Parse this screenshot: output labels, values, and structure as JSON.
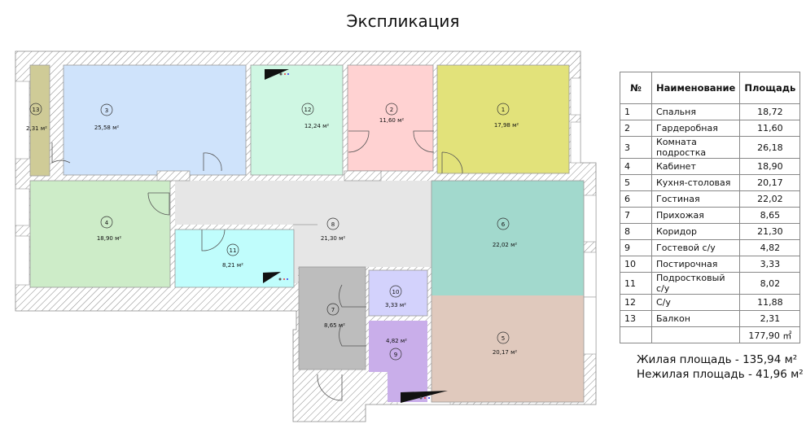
{
  "title": "Экспликация",
  "rooms": [
    {
      "num": "1",
      "area": "17,98 м²",
      "color": "#e2e27a"
    },
    {
      "num": "2",
      "area": "11,60 м²",
      "color": "#ffd2d2"
    },
    {
      "num": "3",
      "area": "25,58 м²",
      "color": "#cfe3fb"
    },
    {
      "num": "4",
      "area": "18,90 м²",
      "color": "#cdecc8"
    },
    {
      "num": "5",
      "area": "20,17 м²",
      "color": "#e0c9bd"
    },
    {
      "num": "6",
      "area": "22,02 м²",
      "color": "#a2d9cd"
    },
    {
      "num": "7",
      "area": "8,65 м²",
      "color": "#bdbdbd"
    },
    {
      "num": "8",
      "area": "21,30 м²",
      "color": "#e6e6e6"
    },
    {
      "num": "9",
      "area": "4,82 м²",
      "color": "#c9aeea"
    },
    {
      "num": "10",
      "area": "3,33 м²",
      "color": "#d3d2fc"
    },
    {
      "num": "11",
      "area": "8,21 м²",
      "color": "#c0fdfc"
    },
    {
      "num": "12",
      "area": "12,24 м²",
      "color": "#cff7e3"
    },
    {
      "num": "13",
      "area": "2,31 м²",
      "color": "#cfcb97"
    }
  ],
  "table": {
    "headers": {
      "num": "№",
      "name": "Наименование",
      "area": "Площадь"
    },
    "rows": [
      {
        "num": "1",
        "name": "Спальня",
        "area": "18,72"
      },
      {
        "num": "2",
        "name": "Гардеробная",
        "area": "11,60"
      },
      {
        "num": "3",
        "name": "Комната подростка",
        "area": "26,18"
      },
      {
        "num": "4",
        "name": "Кабинет",
        "area": "18,90"
      },
      {
        "num": "5",
        "name": "Кухня-столовая",
        "area": "20,17"
      },
      {
        "num": "6",
        "name": "Гостиная",
        "area": "22,02"
      },
      {
        "num": "7",
        "name": "Прихожая",
        "area": "8,65"
      },
      {
        "num": "8",
        "name": "Коридор",
        "area": "21,30"
      },
      {
        "num": "9",
        "name": "Гостевой с/у",
        "area": "4,82"
      },
      {
        "num": "10",
        "name": "Постирочная",
        "area": "3,33"
      },
      {
        "num": "11",
        "name": "Подростковый с/у",
        "area": "8,02"
      },
      {
        "num": "12",
        "name": "С/у",
        "area": "11,88"
      },
      {
        "num": "13",
        "name": "Балкон",
        "area": "2,31"
      }
    ],
    "total": "177,90 ㎡"
  },
  "summary": {
    "living": "Жилая площадь - 135,94 м²",
    "non_living": "Нежилая площадь - 41,96 м²"
  }
}
